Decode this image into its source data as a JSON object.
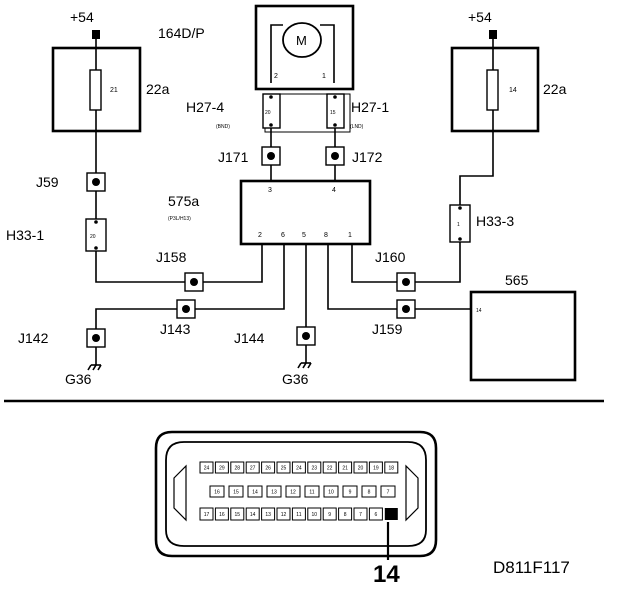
{
  "diagram": {
    "reference": "D811F117",
    "supply": {
      "left": "+54",
      "right": "+54"
    },
    "fuses": {
      "left": {
        "label": "22a",
        "number": "21"
      },
      "right": {
        "label": "22a",
        "number": "14"
      }
    },
    "motor": {
      "label": "164D/P",
      "symbol": "M",
      "pin_left": "2",
      "pin_right": "1"
    },
    "motor_connectors": {
      "left": {
        "label": "H27-4",
        "pin": "20",
        "sub": "(BND)"
      },
      "right": {
        "label": "H27-1",
        "pin": "15",
        "sub": "(LND)"
      }
    },
    "junctions": {
      "j171": "J171",
      "j172": "J172",
      "j59": "J59",
      "j158": "J158",
      "j143": "J143",
      "j142": "J142",
      "j144": "J144",
      "j160": "J160",
      "j159": "J159"
    },
    "module": {
      "label": "575a",
      "sub": "(P3L/H13)",
      "pin_top_left": "3",
      "pin_top_right": "4",
      "pins_bottom": [
        "2",
        "6",
        "5",
        "8",
        "1"
      ]
    },
    "connectors": {
      "h33_1": {
        "label": "H33-1",
        "pin": "20"
      },
      "h33_3": {
        "label": "H33-3",
        "pin": "1"
      }
    },
    "grounds": {
      "left": "G36",
      "right": "G36"
    },
    "unit_565": {
      "label": "565",
      "pin": "14"
    },
    "connector_face": {
      "highlight_pin": "14",
      "row1": [
        "24",
        "29",
        "28",
        "27",
        "26",
        "25",
        "24",
        "23",
        "22",
        "21",
        "20",
        "19",
        "18"
      ],
      "row2": [
        "16",
        "15",
        "14",
        "13",
        "12",
        "11",
        "10",
        "9",
        "8",
        "7"
      ],
      "row3": [
        "17",
        "16",
        "15",
        "14",
        "13",
        "12",
        "11",
        "10",
        "9",
        "8",
        "7",
        "6",
        ""
      ]
    }
  }
}
